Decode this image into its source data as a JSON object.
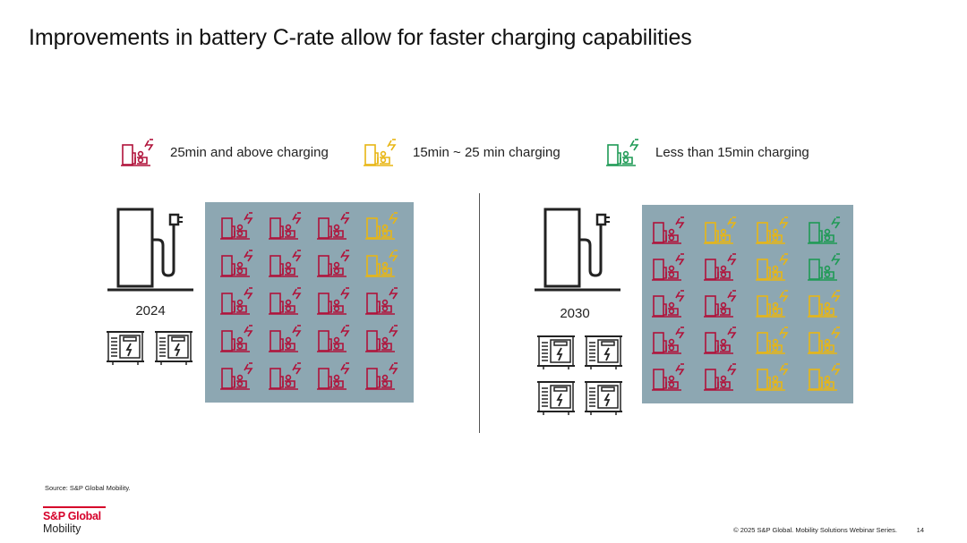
{
  "title": "Improvements in battery C-rate allow for faster charging capabilities",
  "colors": {
    "slow": "#b0123a",
    "medium": "#e8b614",
    "fast": "#1e9a55",
    "panel": "#8da7b2"
  },
  "legend": [
    {
      "label": "25min and above charging",
      "color_key": "slow",
      "icon": "ev-charger-icon"
    },
    {
      "label": "15min ~ 25 min charging",
      "color_key": "medium",
      "icon": "ev-charger-icon"
    },
    {
      "label": "Less than 15min charging",
      "color_key": "fast",
      "icon": "ev-charger-icon"
    }
  ],
  "panels": [
    {
      "year": "2024",
      "battery_count": 2,
      "icon": "charging-station-icon",
      "grid": [
        [
          "slow",
          "slow",
          "slow",
          "medium"
        ],
        [
          "slow",
          "slow",
          "slow",
          "medium"
        ],
        [
          "slow",
          "slow",
          "slow",
          "slow"
        ],
        [
          "slow",
          "slow",
          "slow",
          "slow"
        ],
        [
          "slow",
          "slow",
          "slow",
          "slow"
        ]
      ]
    },
    {
      "year": "2030",
      "battery_count": 4,
      "icon": "charging-station-icon",
      "grid": [
        [
          "slow",
          "medium",
          "medium",
          "fast"
        ],
        [
          "slow",
          "slow",
          "medium",
          "fast"
        ],
        [
          "slow",
          "slow",
          "medium",
          "medium"
        ],
        [
          "slow",
          "slow",
          "medium",
          "medium"
        ],
        [
          "slow",
          "slow",
          "medium",
          "medium"
        ]
      ]
    }
  ],
  "source": "Source: S&P Global Mobility.",
  "brand": {
    "name": "S&P Global",
    "sub": "Mobility"
  },
  "footer": "© 2025 S&P Global. Mobility Solutions Webinar Series.",
  "page_number": "14"
}
